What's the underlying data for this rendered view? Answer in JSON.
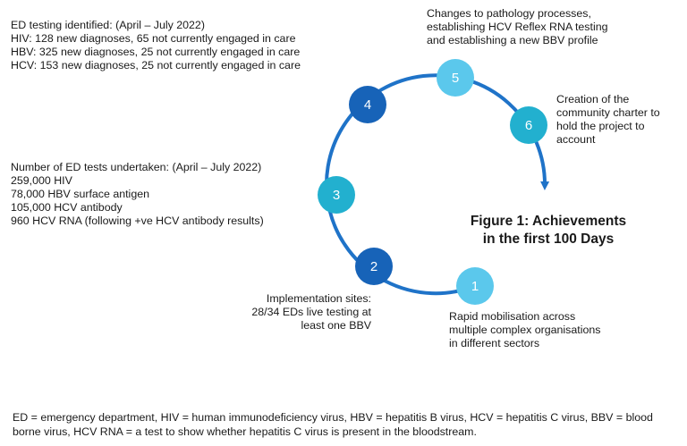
{
  "figure_title": [
    "Figure 1: Achievements",
    "in the first 100 Days"
  ],
  "steps": [
    {
      "number": "1",
      "color": "#5bc8ec",
      "text": [
        "Rapid mobilisation across",
        "multiple complex organisations",
        "in different sectors"
      ]
    },
    {
      "number": "2",
      "color": "#1763b8",
      "text": [
        "Implementation sites:",
        "28/34 EDs live testing at",
        "least one BBV"
      ]
    },
    {
      "number": "3",
      "color": "#22b0cf",
      "text": [
        "Number of ED tests undertaken:  (April – July 2022)",
        "259,000 HIV",
        "78,000 HBV surface antigen",
        "105,000 HCV antibody",
        "960 HCV RNA (following +ve HCV antibody results)"
      ]
    },
    {
      "number": "4",
      "color": "#1763b8",
      "text": [
        "ED testing identified:  (April – July 2022)",
        "HIV:  128 new diagnoses, 65 not currently  engaged in care",
        "HBV: 325 new diagnoses, 25 not currently  engaged in care",
        "HCV: 153 new diagnoses, 25 not currently  engaged in care"
      ]
    },
    {
      "number": "5",
      "color": "#5bc8ec",
      "text": [
        "Changes to pathology processes,",
        "establishing HCV Reflex RNA testing",
        "and establishing a new BBV profile"
      ]
    },
    {
      "number": "6",
      "color": "#22b0cf",
      "text": [
        "Creation of the",
        "community charter to",
        "hold the project to",
        "account"
      ]
    }
  ],
  "footnote": "ED = emergency department, HIV = human immunodeficiency virus, HBV = hepatitis B virus, HCV = hepatitis C virus,  BBV = blood borne virus, HCV RNA = a test to show whether hepatitis C virus is present in the bloodstream.",
  "colors": {
    "arc": "#1f73c8",
    "text": "#1a1a1a"
  }
}
